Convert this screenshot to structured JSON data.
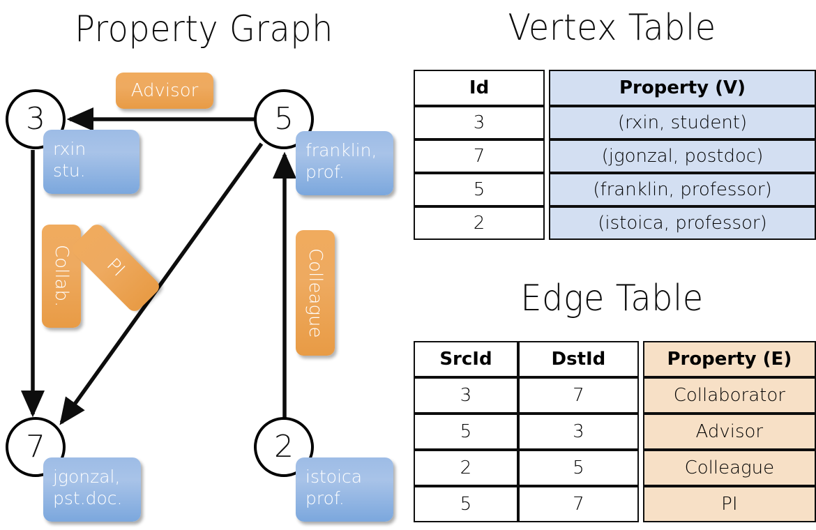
{
  "titles": {
    "property_graph": "Property Graph",
    "vertex_table": "Vertex Table",
    "edge_table": "Edge Table"
  },
  "graph": {
    "vertices": [
      {
        "id": "3",
        "property_box": "rxin\nstu.",
        "name": "rxin",
        "role": "stu."
      },
      {
        "id": "5",
        "property_box": "franklin,\nprof.",
        "name": "franklin,",
        "role": "prof."
      },
      {
        "id": "7",
        "property_box": "jgonzal,\npst.doc.",
        "name": "jgonzal,",
        "role": "pst.doc."
      },
      {
        "id": "2",
        "property_box": "istoica\nprof.",
        "name": "istoica",
        "role": "prof."
      }
    ],
    "edge_labels": [
      {
        "key": "advisor",
        "text": "Advisor",
        "orientation": "horizontal"
      },
      {
        "key": "collab",
        "text": "Collab.",
        "orientation": "vertical"
      },
      {
        "key": "pi",
        "text": "PI",
        "orientation": "diagonal"
      },
      {
        "key": "colleague",
        "text": "Colleague",
        "orientation": "vertical"
      }
    ],
    "edges": [
      {
        "src": "5",
        "dst": "3",
        "label": "Advisor"
      },
      {
        "src": "3",
        "dst": "7",
        "label": "Collab."
      },
      {
        "src": "5",
        "dst": "7",
        "label": "PI"
      },
      {
        "src": "2",
        "dst": "5",
        "label": "Colleague"
      }
    ]
  },
  "vertex_table": {
    "headers": [
      "Id",
      "Property (V)"
    ],
    "rows": [
      {
        "id": "3",
        "property": "(rxin, student)"
      },
      {
        "id": "7",
        "property": "(jgonzal, postdoc)"
      },
      {
        "id": "5",
        "property": "(franklin, professor)"
      },
      {
        "id": "2",
        "property": "(istoica, professor)"
      }
    ]
  },
  "edge_table": {
    "headers": [
      "SrcId",
      "DstId",
      "Property (E)"
    ],
    "rows": [
      {
        "src": "3",
        "dst": "7",
        "property": "Collaborator"
      },
      {
        "src": "5",
        "dst": "3",
        "property": "Advisor"
      },
      {
        "src": "2",
        "dst": "5",
        "property": "Colleague"
      },
      {
        "src": "5",
        "dst": "7",
        "property": "PI"
      }
    ]
  },
  "colors": {
    "vertex_property_fill": "#a8c3e8",
    "edge_label_fill": "#eeaa60",
    "vertex_table_highlight": "#d3dff2",
    "edge_table_highlight": "#f7e0c6",
    "stroke": "#0d0d0d"
  }
}
